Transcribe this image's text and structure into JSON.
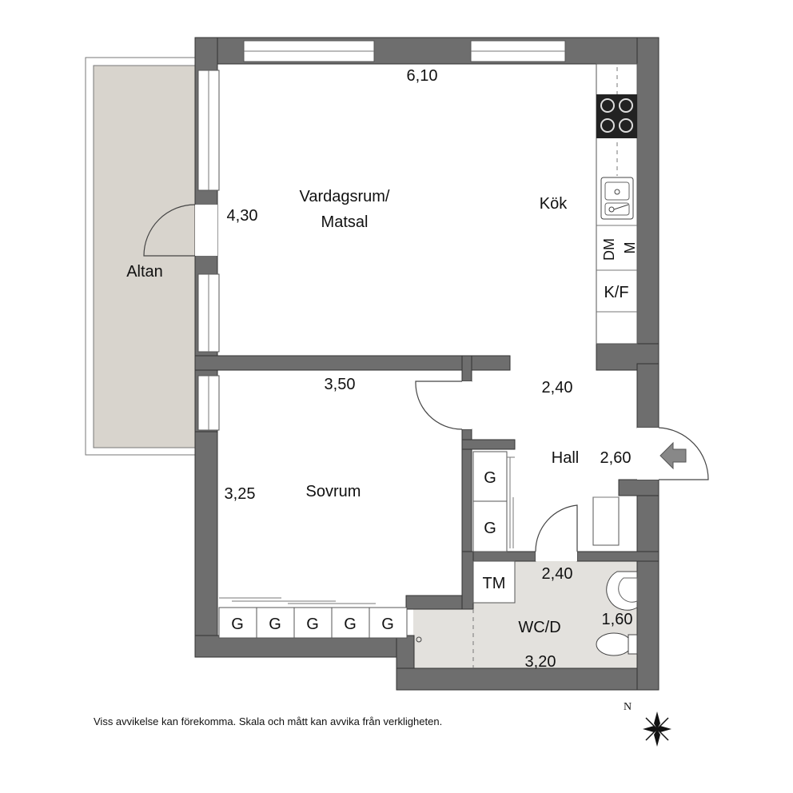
{
  "rooms": {
    "living": {
      "name_line1": "Vardagsrum/",
      "name_line2": "Matsal",
      "dim_width": "6,10",
      "dim_depth": "4,30"
    },
    "kitchen": {
      "name": "Kök",
      "appliance_dm": "DM",
      "appliance_m": "M",
      "appliance_kf": "K/F"
    },
    "balcony": {
      "name": "Altan"
    },
    "bedroom": {
      "name": "Sovrum",
      "dim_width": "3,50",
      "dim_depth": "3,25"
    },
    "hall": {
      "name": "Hall",
      "dim_width": "2,40",
      "dim_depth": "2,60"
    },
    "wc": {
      "name": "WC/D",
      "appliance_tm": "TM",
      "dim_width": "2,40",
      "dim_depth": "1,60",
      "dim_length": "3,20"
    }
  },
  "wardrobes": {
    "bedroom": [
      "G",
      "G",
      "G",
      "G",
      "G"
    ],
    "hall": [
      "G",
      "G"
    ]
  },
  "compass": {
    "north": "N"
  },
  "disclaimer": "Viss avvikelse kan förekomma. Skala och mått kan avvika från verkligheten.",
  "colors": {
    "wall": "#6e6e6e",
    "balcony": "#d8d4cd",
    "wet_room": "#e3e1dd"
  }
}
